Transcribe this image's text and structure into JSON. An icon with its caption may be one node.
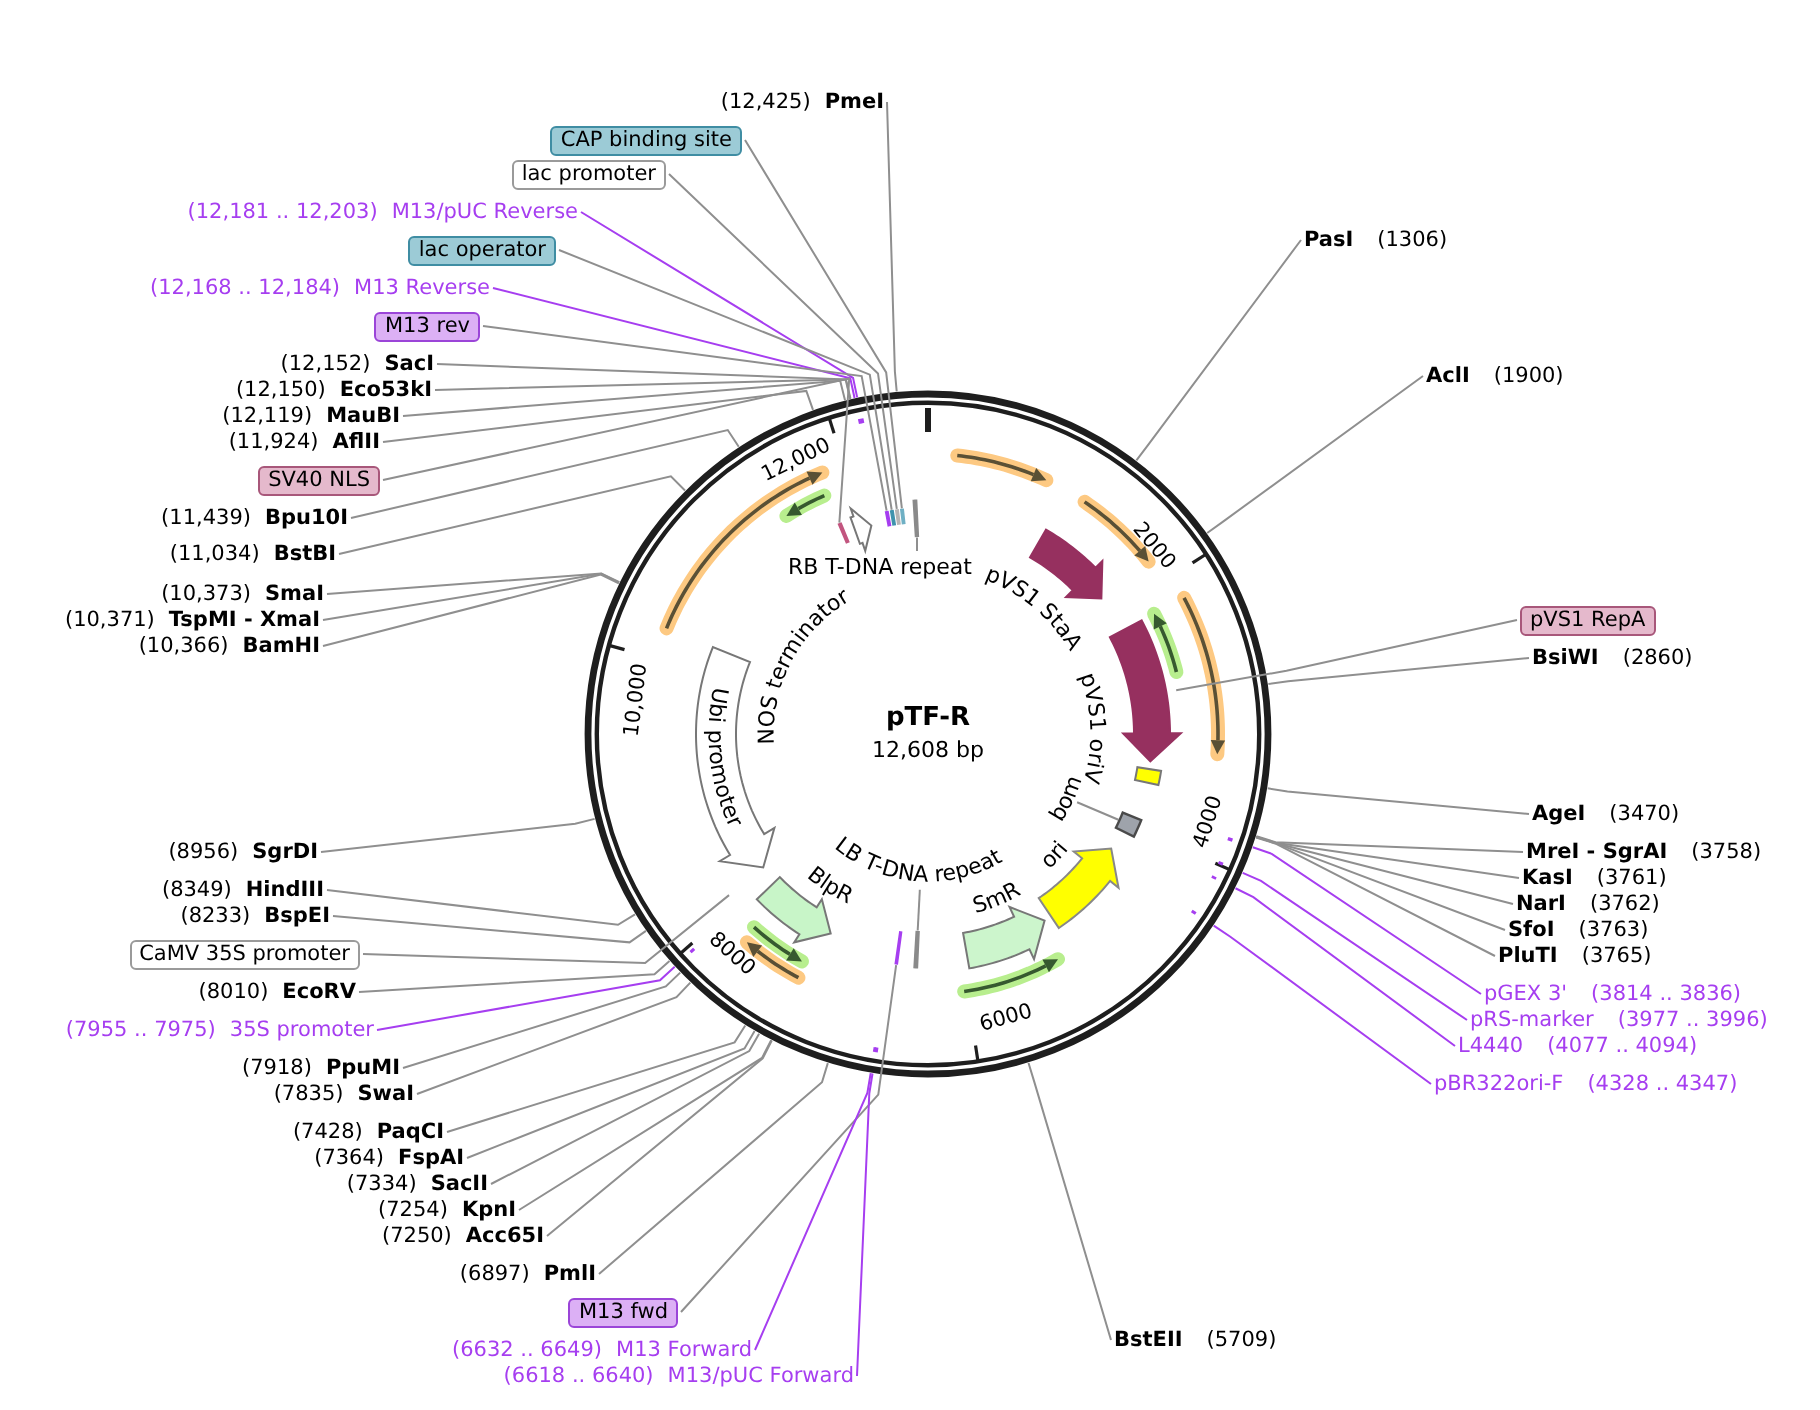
{
  "diagram": {
    "nodes": [
      {
        "text": [
          "(12,425)",
          "PmeI"
        ]
      },
      {
        "text": [
          "CAP binding site"
        ]
      },
      {
        "text": [
          "lac promoter"
        ]
      },
      {
        "text": [
          "(12,181 .. 12,203)",
          "M13/pUC Reverse"
        ]
      },
      {
        "text": [
          "lac operator"
        ]
      },
      {
        "text": [
          "(12,168 .. 12,184)",
          "M13 Reverse"
        ]
      },
      {
        "text": [
          "M13 rev"
        ]
      },
      {
        "text": [
          "(12,152)",
          "SacI"
        ]
      },
      {
        "text": [
          "(12,150)",
          "Eco53kI"
        ]
      },
      {
        "text": [
          "(12,119)",
          "MauBI"
        ]
      },
      {
        "text": [
          "(11,924)",
          "AflII"
        ]
      },
      {
        "text": [
          "SV40 NLS"
        ]
      },
      {
        "text": [
          "(11,439)",
          "Bpu10I"
        ]
      },
      {
        "text": [
          "(11,034)",
          "BstBI"
        ]
      },
      {
        "text": [
          "(10,373)",
          "SmaI"
        ]
      },
      {
        "text": [
          "(10,371)",
          "TspMI - XmaI"
        ]
      },
      {
        "text": [
          "(10,366)",
          "BamHI"
        ]
      },
      {
        "text": [
          "(8956)",
          "SgrDI"
        ]
      },
      {
        "text": [
          "(8349)",
          "HindIII"
        ]
      },
      {
        "text": [
          "(8233)",
          "BspEI"
        ]
      },
      {
        "text": [
          "CaMV 35S promoter"
        ]
      },
      {
        "text": [
          "(8010)",
          "EcoRV"
        ]
      },
      {
        "text": [
          "(7955 .. 7975)",
          "35S promoter"
        ]
      },
      {
        "text": [
          "(7918)",
          "PpuMI"
        ]
      },
      {
        "text": [
          "(7835)",
          "SwaI"
        ]
      },
      {
        "text": [
          "(7428)",
          "PaqCI"
        ]
      },
      {
        "text": [
          "(7364)",
          "FspAI"
        ]
      },
      {
        "text": [
          "(7334)",
          "SacII"
        ]
      },
      {
        "text": [
          "(7254)",
          "KpnI"
        ]
      },
      {
        "text": [
          "(7250)",
          "Acc65I"
        ]
      },
      {
        "text": [
          "(6897)",
          "PmlI"
        ]
      },
      {
        "text": [
          "M13 fwd"
        ]
      },
      {
        "text": [
          "(6632 .. 6649)",
          "M13 Forward"
        ]
      },
      {
        "text": [
          "(6618 .. 6640)",
          "M13/pUC Forward"
        ]
      },
      {
        "text": [
          "PasI",
          "(1306)"
        ]
      },
      {
        "text": [
          "AclI",
          "(1900)"
        ]
      },
      {
        "text": [
          "pVS1 RepA"
        ]
      },
      {
        "text": [
          "BsiWI",
          "(2860)"
        ]
      },
      {
        "text": [
          "AgeI",
          "(3470)"
        ]
      },
      {
        "text": [
          "MreI - SgrAI",
          "(3758)"
        ]
      },
      {
        "text": [
          "KasI",
          "(3761)"
        ]
      },
      {
        "text": [
          "NarI",
          "(3762)"
        ]
      },
      {
        "text": [
          "SfoI",
          "(3763)"
        ]
      },
      {
        "text": [
          "PluTI",
          "(3765)"
        ]
      },
      {
        "text": [
          "pGEX 3'",
          "(3814 .. 3836)"
        ]
      },
      {
        "text": [
          "pRS-marker",
          "(3977 .. 3996)"
        ]
      },
      {
        "text": [
          "L4440",
          "(4077 .. 4094)"
        ]
      },
      {
        "text": [
          "pBR322ori-F",
          "(4328 .. 4347)"
        ]
      },
      {
        "text": [
          "BstEII",
          "(5709)"
        ]
      },
      {
        "text": [
          "RB T-DNA repeat"
        ]
      },
      {
        "text": [
          "bom"
        ]
      },
      {
        "text": [
          "LB T-DNA repeat"
        ]
      },
      {
        "text": [
          "Ubi promoter"
        ]
      },
      {
        "text": [],
        "shape": "bar"
      },
      {
        "text": [],
        "shape": "bar"
      },
      {
        "text": [],
        "shape": "bar"
      },
      {
        "text": [],
        "shape": "bar"
      },
      {
        "text": [],
        "shape": "bar"
      },
      {
        "text": [],
        "shape": "bar"
      },
      {
        "text": [],
        "shape": "bar"
      },
      {
        "text": [],
        "shape": "box"
      },
      {
        "text": [],
        "shape": "bar"
      }
    ],
    "edges": [
      {
        "from": 0,
        "to": null,
        "arrow": "none"
      },
      {
        "from": 1,
        "to": 56,
        "arrow": "none"
      },
      {
        "from": 2,
        "to": 55,
        "arrow": "none"
      },
      {
        "from": 3,
        "to": null,
        "arrow": "none",
        "color": "#a63ef0"
      },
      {
        "from": 4,
        "to": 54,
        "arrow": "none"
      },
      {
        "from": 5,
        "to": null,
        "arrow": "none",
        "color": "#a63ef0"
      },
      {
        "from": 6,
        "to": 53,
        "arrow": "none"
      },
      {
        "from": 7,
        "to": null,
        "arrow": "none"
      },
      {
        "from": 8,
        "to": null,
        "arrow": "none"
      },
      {
        "from": 9,
        "to": null,
        "arrow": "none"
      },
      {
        "from": 10,
        "to": null,
        "arrow": "none"
      },
      {
        "from": 11,
        "to": 57,
        "arrow": "none"
      },
      {
        "from": 12,
        "to": null,
        "arrow": "none"
      },
      {
        "from": 13,
        "to": null,
        "arrow": "none"
      },
      {
        "from": 14,
        "to": null,
        "arrow": "none"
      },
      {
        "from": 15,
        "to": null,
        "arrow": "none"
      },
      {
        "from": 16,
        "to": null,
        "arrow": "none"
      },
      {
        "from": 17,
        "to": null,
        "arrow": "none"
      },
      {
        "from": 18,
        "to": null,
        "arrow": "none"
      },
      {
        "from": 19,
        "to": null,
        "arrow": "none"
      },
      {
        "from": 20,
        "to": null,
        "arrow": "none"
      },
      {
        "from": 21,
        "to": null,
        "arrow": "none"
      },
      {
        "from": 22,
        "to": null,
        "arrow": "none",
        "color": "#a63ef0"
      },
      {
        "from": 23,
        "to": null,
        "arrow": "none"
      },
      {
        "from": 24,
        "to": null,
        "arrow": "none"
      },
      {
        "from": 25,
        "to": null,
        "arrow": "none"
      },
      {
        "from": 26,
        "to": null,
        "arrow": "none"
      },
      {
        "from": 27,
        "to": null,
        "arrow": "none"
      },
      {
        "from": 28,
        "to": null,
        "arrow": "none"
      },
      {
        "from": 29,
        "to": null,
        "arrow": "none"
      },
      {
        "from": 30,
        "to": null,
        "arrow": "none"
      },
      {
        "from": 31,
        "to": 58,
        "arrow": "none"
      },
      {
        "from": 32,
        "to": null,
        "arrow": "none",
        "color": "#a63ef0"
      },
      {
        "from": 33,
        "to": null,
        "arrow": "none",
        "color": "#a63ef0"
      },
      {
        "from": 34,
        "to": null,
        "arrow": "none"
      },
      {
        "from": 35,
        "to": null,
        "arrow": "none"
      },
      {
        "from": 36,
        "to": null,
        "arrow": "none"
      },
      {
        "from": 37,
        "to": null,
        "arrow": "none"
      },
      {
        "from": 38,
        "to": null,
        "arrow": "none"
      },
      {
        "from": 39,
        "to": null,
        "arrow": "none"
      },
      {
        "from": 40,
        "to": null,
        "arrow": "none"
      },
      {
        "from": 41,
        "to": null,
        "arrow": "none"
      },
      {
        "from": 42,
        "to": null,
        "arrow": "none"
      },
      {
        "from": 43,
        "to": null,
        "arrow": "none"
      },
      {
        "from": 44,
        "to": null,
        "arrow": "none",
        "color": "#a63ef0"
      },
      {
        "from": 45,
        "to": null,
        "arrow": "none",
        "color": "#a63ef0"
      },
      {
        "from": 46,
        "to": null,
        "arrow": "none",
        "color": "#a63ef0"
      },
      {
        "from": 47,
        "to": null,
        "arrow": "none",
        "color": "#a63ef0"
      },
      {
        "from": 48,
        "to": null,
        "arrow": "none"
      },
      {
        "from": 49,
        "to": 59,
        "arrow": "none"
      },
      {
        "from": 50,
        "to": 60,
        "arrow": "none"
      },
      {
        "from": 51,
        "to": 61,
        "arrow": "none"
      }
    ],
    "labels": [
      "12,000",
      "NOS terminator",
      "pVS1 StaA",
      "2000",
      "10,000",
      "pTF-R",
      "12,608 bp",
      "pVS1 oriV",
      "4000",
      "ori",
      "SmR",
      "BlpR",
      "8000",
      "6000"
    ]
  }
}
